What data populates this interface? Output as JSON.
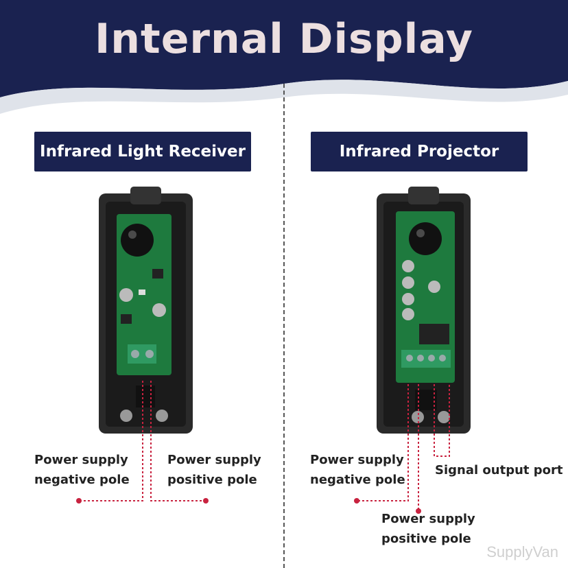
{
  "header": {
    "title": "Internal Display"
  },
  "colors": {
    "navy": "#1a2250",
    "accent": "#c8223f",
    "pcb": "#1e7a3e",
    "case": "#2a2a2a"
  },
  "left": {
    "label": "Infrared Light Receiver",
    "callouts": {
      "negative_line1": "Power supply",
      "negative_line2": "negative pole",
      "positive_line1": "Power supply",
      "positive_line2": "positive pole"
    }
  },
  "right": {
    "label": "Infrared Projector",
    "callouts": {
      "negative_line1": "Power supply",
      "negative_line2": "negative pole",
      "signal": "Signal output port",
      "positive_line1": "Power supply",
      "positive_line2": "positive pole"
    }
  },
  "watermark": "SupplyVan"
}
